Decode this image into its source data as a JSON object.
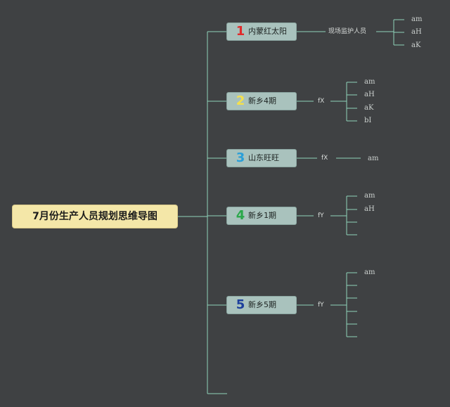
{
  "root": {
    "title": "7月份生产人员规划思维导图"
  },
  "branches": [
    {
      "number": "1",
      "number_color": "#e02b2b",
      "label": "内蒙红太阳",
      "mid": "现场监护人员",
      "leaves": [
        "am",
        "aH",
        "aK"
      ]
    },
    {
      "number": "2",
      "number_color": "#f4e04d",
      "label": "新乡4期",
      "mid": "fX",
      "leaves": [
        "am",
        "aH",
        "aK",
        "bI"
      ]
    },
    {
      "number": "3",
      "number_color": "#2a9fd8",
      "label": "山东旺旺",
      "mid": "fX",
      "leaves": [
        "am"
      ]
    },
    {
      "number": "4",
      "number_color": "#2aa84a",
      "label": "新乡1期",
      "mid": "fY",
      "leaves": [
        "am",
        "aH",
        "",
        ""
      ]
    },
    {
      "number": "5",
      "number_color": "#1c3f9c",
      "label": "新乡5期",
      "mid": "fY",
      "leaves": [
        "am",
        "",
        "",
        "",
        "",
        ""
      ]
    }
  ],
  "colors": {
    "background": "#3f4143",
    "connector": "#8fd4b9"
  }
}
